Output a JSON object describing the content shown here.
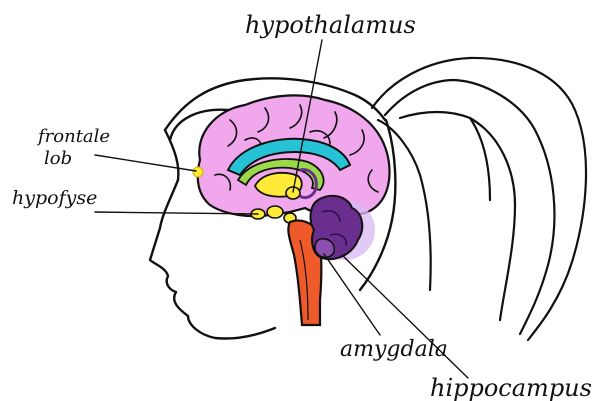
{
  "labels": {
    "hypothalamus": "hypothalamus",
    "frontal_lobe_line1": "frontale",
    "frontal_lobe_line2": "lob",
    "pituitary": "hypofyse",
    "amygdala": "amygdala",
    "hippocampus": "hippocampus"
  },
  "colors": {
    "outline": "#111111",
    "cortex": "#f1a7ec",
    "cortex_dark": "#d985d3",
    "corpus_callosum": "#26c2d6",
    "fornix": "#9bd84a",
    "thalamus": "#ffea3a",
    "brainstem": "#ef5a2b",
    "cerebellum": "#6a2f8e",
    "amygdala": "#8a4fb0",
    "lavender": "#d7b8f3"
  }
}
